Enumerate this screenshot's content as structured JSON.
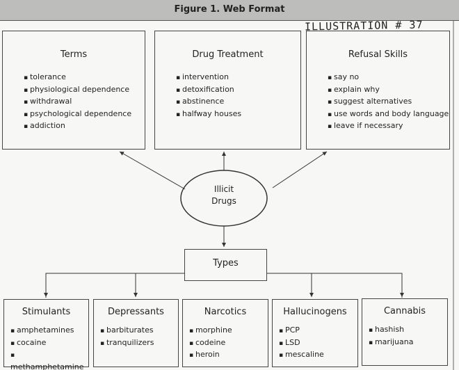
{
  "header": {
    "title": "Figure 1. Web Format"
  },
  "handwritten_note": "ILLUSTRATION # 37",
  "center": {
    "line1": "Illicit",
    "line2": "Drugs"
  },
  "top_boxes": [
    {
      "title": "Terms",
      "items": [
        "tolerance",
        "physiological dependence",
        "withdrawal",
        "psychological dependence",
        "addiction"
      ]
    },
    {
      "title": "Drug Treatment",
      "items": [
        "intervention",
        "detoxification",
        "abstinence",
        "halfway houses"
      ]
    },
    {
      "title": "Refusal Skills",
      "items": [
        "say no",
        "explain why",
        "suggest alternatives",
        "use words and body language",
        "leave if necessary"
      ]
    }
  ],
  "types_label": "Types",
  "type_boxes": [
    {
      "title": "Stimulants",
      "items": [
        "amphetamines",
        "cocaine",
        "methamphetamine"
      ]
    },
    {
      "title": "Depressants",
      "items": [
        "barbiturates",
        "tranquilizers"
      ]
    },
    {
      "title": "Narcotics",
      "items": [
        "morphine",
        "codeine",
        "heroin"
      ]
    },
    {
      "title": "Hallucinogens",
      "items": [
        "PCP",
        "LSD",
        "mescaline"
      ]
    },
    {
      "title": "Cannabis",
      "items": [
        "hashish",
        "marijuana"
      ]
    }
  ]
}
